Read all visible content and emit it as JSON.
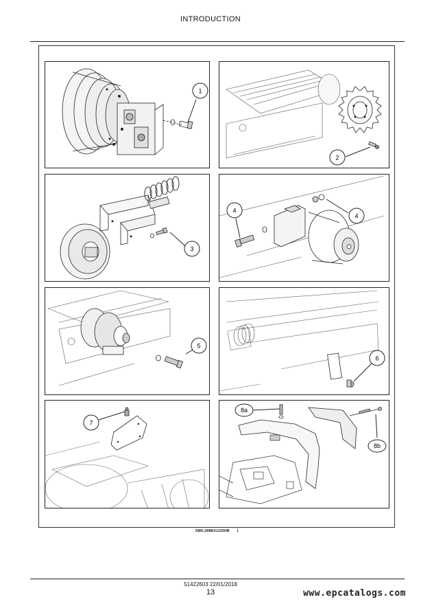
{
  "header": {
    "title": "INTRODUCTION"
  },
  "callouts": {
    "p1": "1",
    "p2": "2",
    "p3": "3",
    "p4a": "4",
    "p4b": "4",
    "p5": "5",
    "p6": "6",
    "p7": "7",
    "p8a": "8a",
    "p8b": "8b"
  },
  "figure": {
    "code": "SMIL18MEX1225HB",
    "number": "1"
  },
  "footer": {
    "doc_ref": "51422603 22/01/2018",
    "page": "13",
    "watermark": "www.epcatalogs.com"
  }
}
